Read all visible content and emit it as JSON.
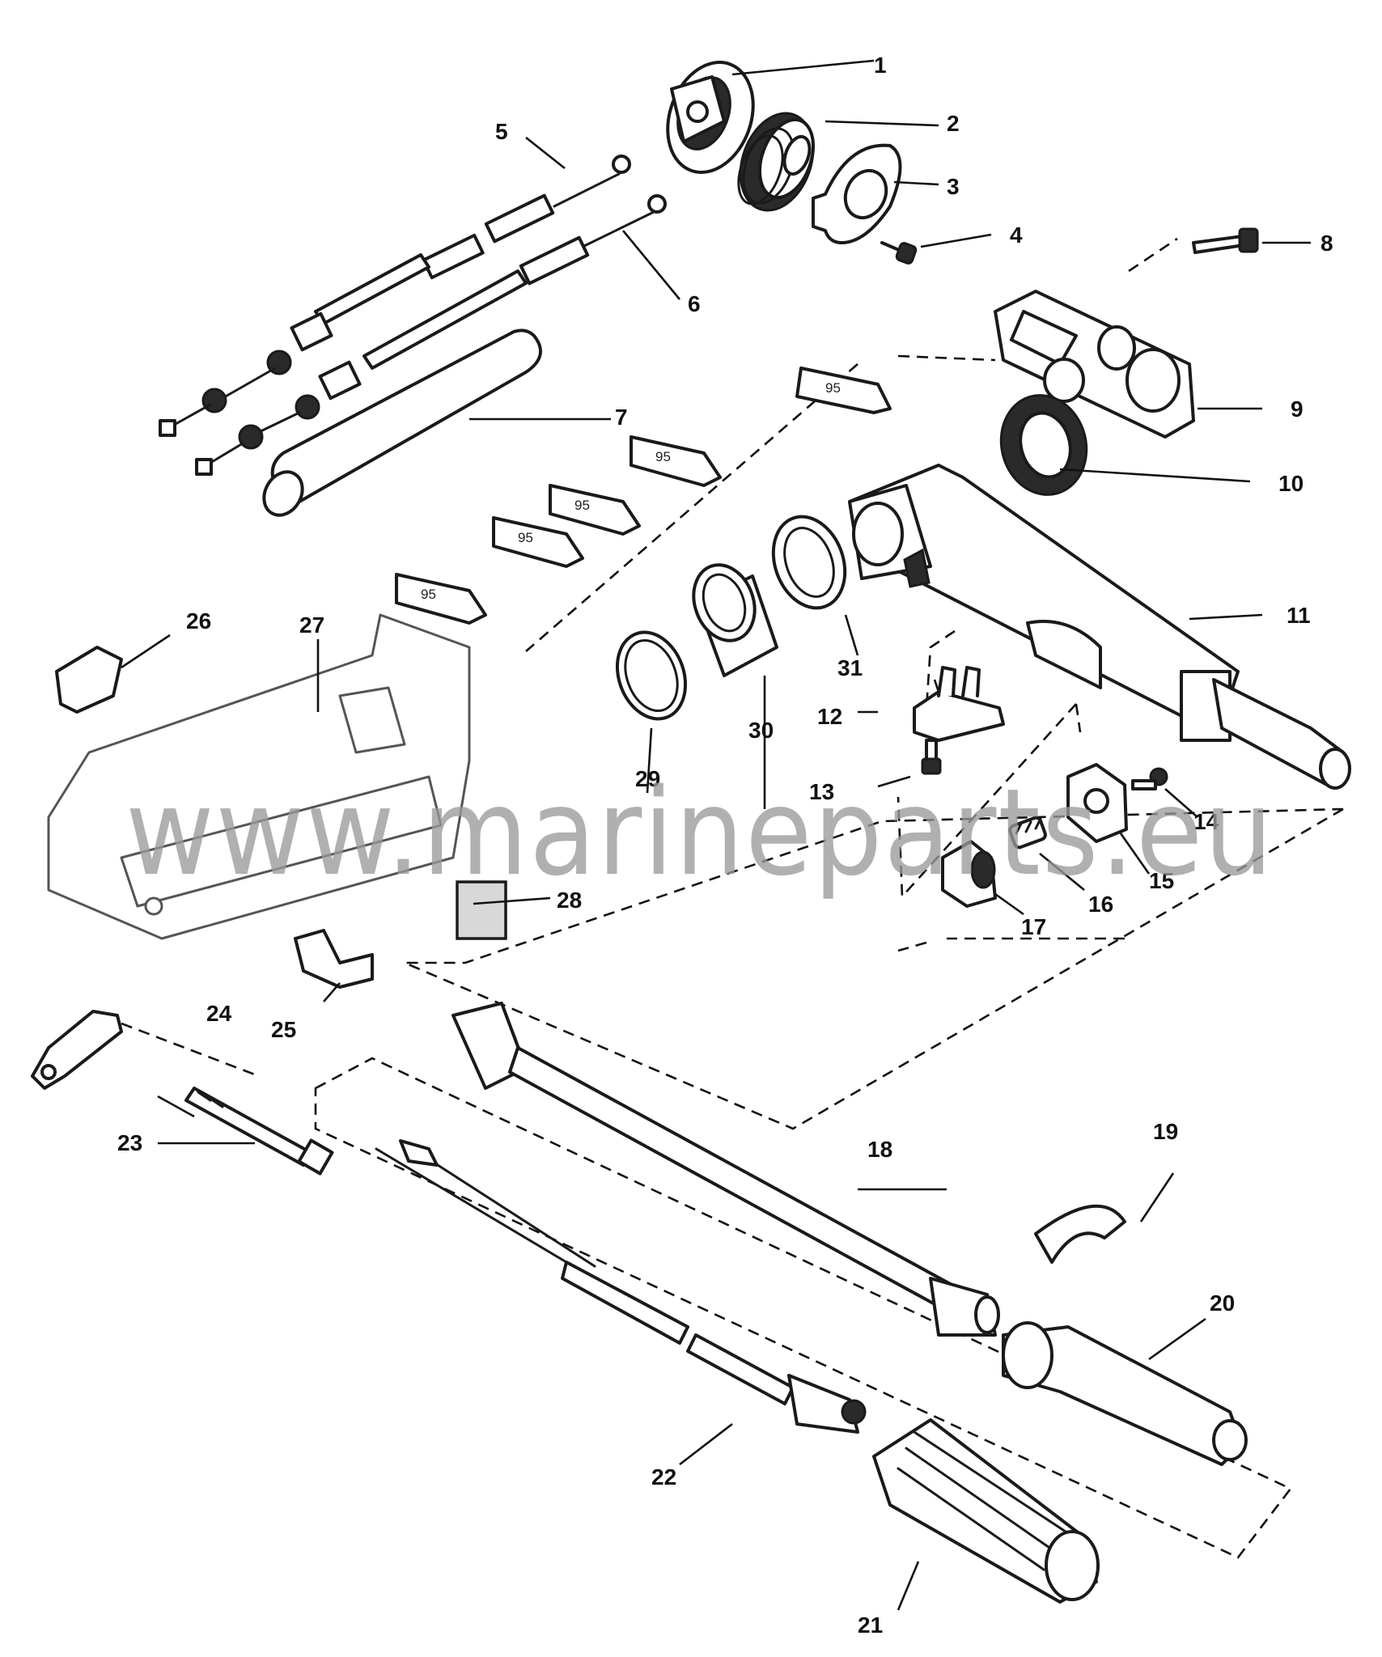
{
  "callouts": [
    "1",
    "2",
    "3",
    "4",
    "5",
    "6",
    "7",
    "8",
    "9",
    "10",
    "11",
    "12",
    "13",
    "14",
    "15",
    "16",
    "17",
    "18",
    "19",
    "20",
    "21",
    "22",
    "23",
    "24",
    "25",
    "26",
    "27",
    "28",
    "29",
    "30",
    "31"
  ],
  "sealant_labels": [
    "95",
    "95",
    "95",
    "95",
    "95"
  ],
  "watermark": "www.marineparts.eu",
  "icons": [
    "parts-exploded-view"
  ]
}
